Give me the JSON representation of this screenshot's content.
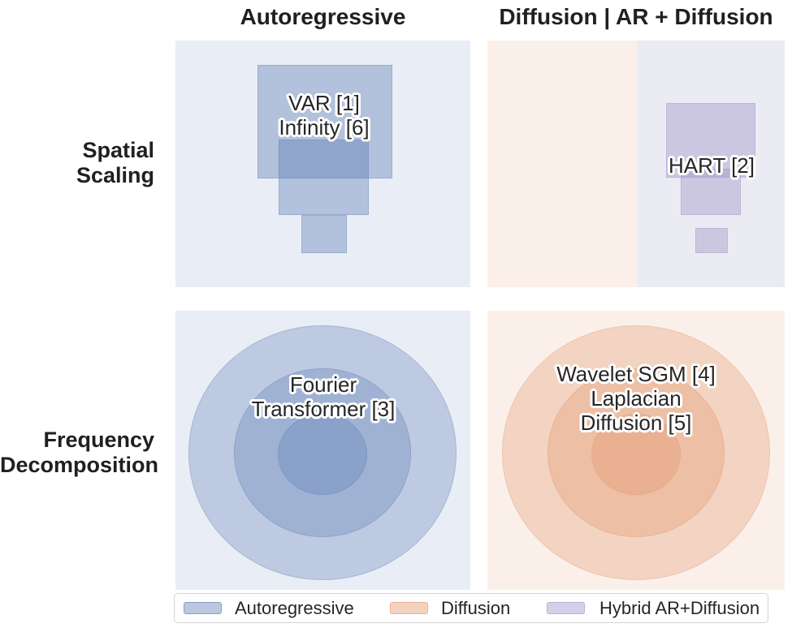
{
  "headers": {
    "col1": "Autoregressive",
    "col2": "Diffusion | AR + Diffusion"
  },
  "rows": {
    "row1": "Spatial\nScaling",
    "row2": "Frequency\nDecomposition"
  },
  "cells": {
    "spatial_autoregressive": {
      "label": "VAR [1]\nInfinity [6]"
    },
    "spatial_hybrid": {
      "label": "HART [2]"
    },
    "frequency_autoregressive": {
      "label": "Fourier\nTransformer [3]"
    },
    "frequency_diffusion": {
      "label": "Wavelet SGM [4]\nLaplacian\nDiffusion [5]"
    }
  },
  "legend": {
    "entries": [
      {
        "label": "Autoregressive",
        "color": "#5a79b2"
      },
      {
        "label": "Diffusion",
        "color": "#e19366"
      },
      {
        "label": "Hybrid AR+Diffusion",
        "color": "#9c8fc6"
      }
    ]
  },
  "colors": {
    "autoregressive_base": "#5a79b2",
    "diffusion_base": "#e19366",
    "hybrid_base": "#9c8fc6",
    "cell_bg_blue": "#e9edf5",
    "cell_bg_peach": "#fbf0e9",
    "cell_bg_lavender": "#ebebf3",
    "text": "#262626"
  }
}
